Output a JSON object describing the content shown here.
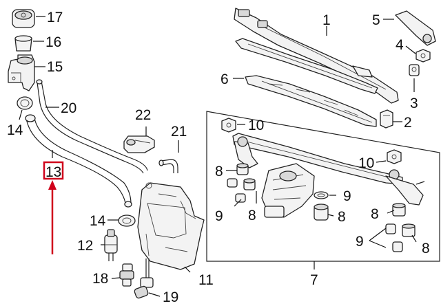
{
  "callouts": {
    "c1": "1",
    "c2": "2",
    "c3": "3",
    "c4": "4",
    "c5": "5",
    "c6": "6",
    "c7": "7",
    "c8a": "8",
    "c8b": "8",
    "c8c": "8",
    "c8d": "8",
    "c8e": "8",
    "c9a": "9",
    "c9b": "9",
    "c9c": "9",
    "c10a": "10",
    "c10b": "10",
    "c11": "11",
    "c12": "12",
    "c13": "13",
    "c14a": "14",
    "c14b": "14",
    "c15": "15",
    "c16": "16",
    "c17": "17",
    "c18": "18",
    "c19": "19",
    "c20": "20",
    "c21": "21",
    "c22": "22"
  },
  "colors": {
    "highlight": "#d0021b",
    "ink": "#111111",
    "part_fill": "#f3f3f3"
  },
  "highlighted_part": "13"
}
